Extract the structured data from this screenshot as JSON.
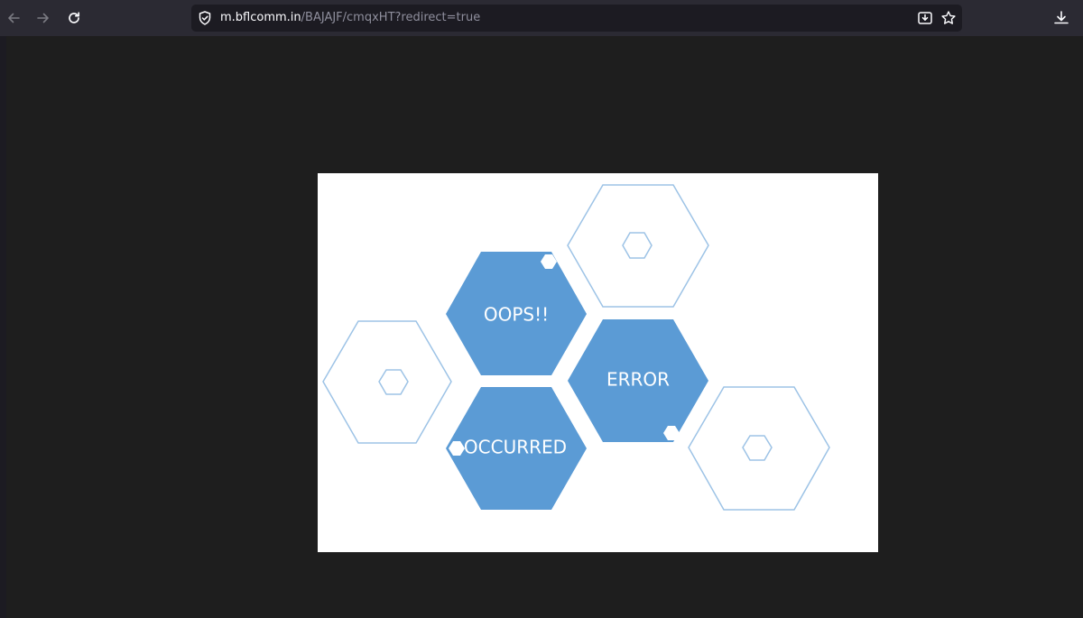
{
  "browser": {
    "url_host": "m.bflcomm.in",
    "url_path": "/BAJAJF/cmqxHT?redirect=true",
    "icons": {
      "back": "back-arrow-icon",
      "forward": "forward-arrow-icon",
      "reload": "reload-icon",
      "tracking": "tracking-protection-shield-icon",
      "save_page": "save-to-pocket-icon",
      "bookmark": "bookmark-star-icon",
      "downloads": "downloads-icon"
    }
  },
  "page": {
    "background_color": "#1e1e1e",
    "image_background": "#ffffff",
    "accent_blue": "#5b9bd5",
    "outline_blue": "#9dc3e6",
    "labels": {
      "oops": "OOPS!!",
      "error": "ERROR",
      "occurred": "OCCURRED"
    }
  }
}
